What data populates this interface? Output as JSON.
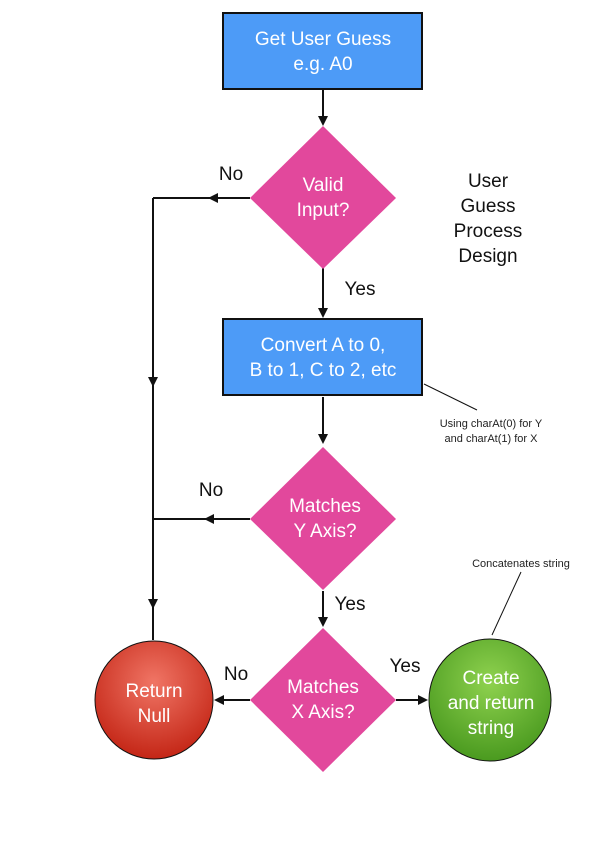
{
  "title": [
    "User",
    "Guess",
    "Process",
    "Design"
  ],
  "nodes": {
    "get_guess": [
      "Get User Guess",
      "e.g. A0"
    ],
    "valid_input": [
      "Valid",
      "Input?"
    ],
    "convert": [
      "Convert A to 0,",
      "B to 1, C to 2, etc"
    ],
    "matches_y": [
      "Matches",
      "Y Axis?"
    ],
    "matches_x": [
      "Matches",
      "X Axis?"
    ],
    "return_null": [
      "Return",
      "Null"
    ],
    "create_string": [
      "Create",
      "and return",
      "string"
    ]
  },
  "edge_labels": {
    "valid_no": "No",
    "valid_yes": "Yes",
    "y_no": "No",
    "y_yes": "Yes",
    "x_no": "No",
    "x_yes": "Yes"
  },
  "notes": {
    "convert_note": [
      "Using charAt(0) for Y",
      "and charAt(1) for X"
    ],
    "create_note": "Concatenates string"
  },
  "colors": {
    "process_box": "#4d9bf7",
    "decision": "#e2489c",
    "terminal_red": "#d63a2a",
    "terminal_green": "#5aa72a"
  }
}
